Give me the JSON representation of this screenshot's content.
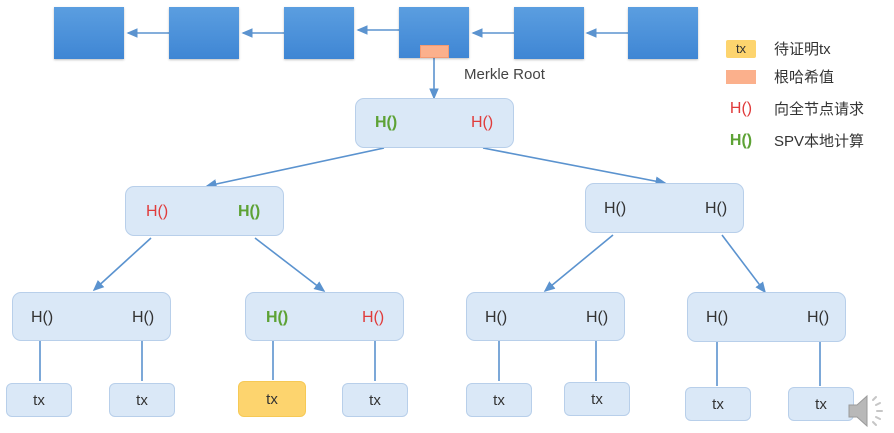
{
  "blockchain": {
    "block_count": 6,
    "colors": {
      "block": "#3f86d4",
      "root_hash": "#fbb08c"
    }
  },
  "merkle_root_label": "Merkle Root",
  "tree": {
    "root": {
      "left": {
        "text": "H()",
        "style": "green"
      },
      "right": {
        "text": "H()",
        "style": "red"
      }
    },
    "level1": [
      {
        "left": {
          "text": "H()",
          "style": "red"
        },
        "right": {
          "text": "H()",
          "style": "green"
        }
      },
      {
        "left": {
          "text": "H()",
          "style": "plain"
        },
        "right": {
          "text": "H()",
          "style": "plain"
        }
      }
    ],
    "level2": [
      {
        "left": {
          "text": "H()",
          "style": "plain"
        },
        "right": {
          "text": "H()",
          "style": "plain"
        }
      },
      {
        "left": {
          "text": "H()",
          "style": "green"
        },
        "right": {
          "text": "H()",
          "style": "red"
        }
      },
      {
        "left": {
          "text": "H()",
          "style": "plain"
        },
        "right": {
          "text": "H()",
          "style": "plain"
        }
      },
      {
        "left": {
          "text": "H()",
          "style": "plain"
        },
        "right": {
          "text": "H()",
          "style": "plain"
        }
      }
    ],
    "leaves": [
      {
        "text": "tx",
        "target": false
      },
      {
        "text": "tx",
        "target": false
      },
      {
        "text": "tx",
        "target": true
      },
      {
        "text": "tx",
        "target": false
      },
      {
        "text": "tx",
        "target": false
      },
      {
        "text": "tx",
        "target": false
      },
      {
        "text": "tx",
        "target": false
      },
      {
        "text": "tx",
        "target": false
      }
    ]
  },
  "legend": [
    {
      "swatch": "tx",
      "label": "待证明tx"
    },
    {
      "swatch": "",
      "label": "根哈希值"
    },
    {
      "swatch": "H()",
      "label": "向全节点请求"
    },
    {
      "swatch": "H()",
      "label": "SPV本地计算"
    }
  ],
  "colors": {
    "red": "#e03b3b",
    "green": "#5da235",
    "target_tx": "#fdd46e",
    "node_fill": "#dae8f7",
    "line": "#5b93cf"
  },
  "speaker_icon": "speaker-icon"
}
